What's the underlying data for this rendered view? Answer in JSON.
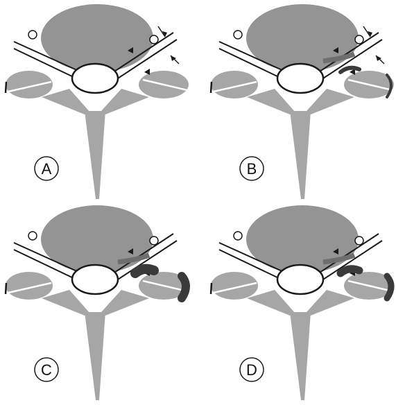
{
  "figure": {
    "panels": [
      {
        "id": "A",
        "label": "A",
        "osteophyte": "none",
        "thickened_ligament": false,
        "indicator_arrows": true
      },
      {
        "id": "B",
        "label": "B",
        "osteophyte": "small",
        "thickened_ligament": true,
        "indicator_arrows": true
      },
      {
        "id": "C",
        "label": "C",
        "osteophyte": "large",
        "thickened_ligament": true,
        "indicator_arrows": false
      },
      {
        "id": "D",
        "label": "D",
        "osteophyte": "medium",
        "thickened_ligament": true,
        "indicator_arrows": false
      }
    ],
    "colors": {
      "bone": "#a6a6a6",
      "vertebral_body": "#949494",
      "lesion": "#3a3a3a",
      "outline": "#1a1a1a",
      "canal": "#ffffff"
    }
  }
}
